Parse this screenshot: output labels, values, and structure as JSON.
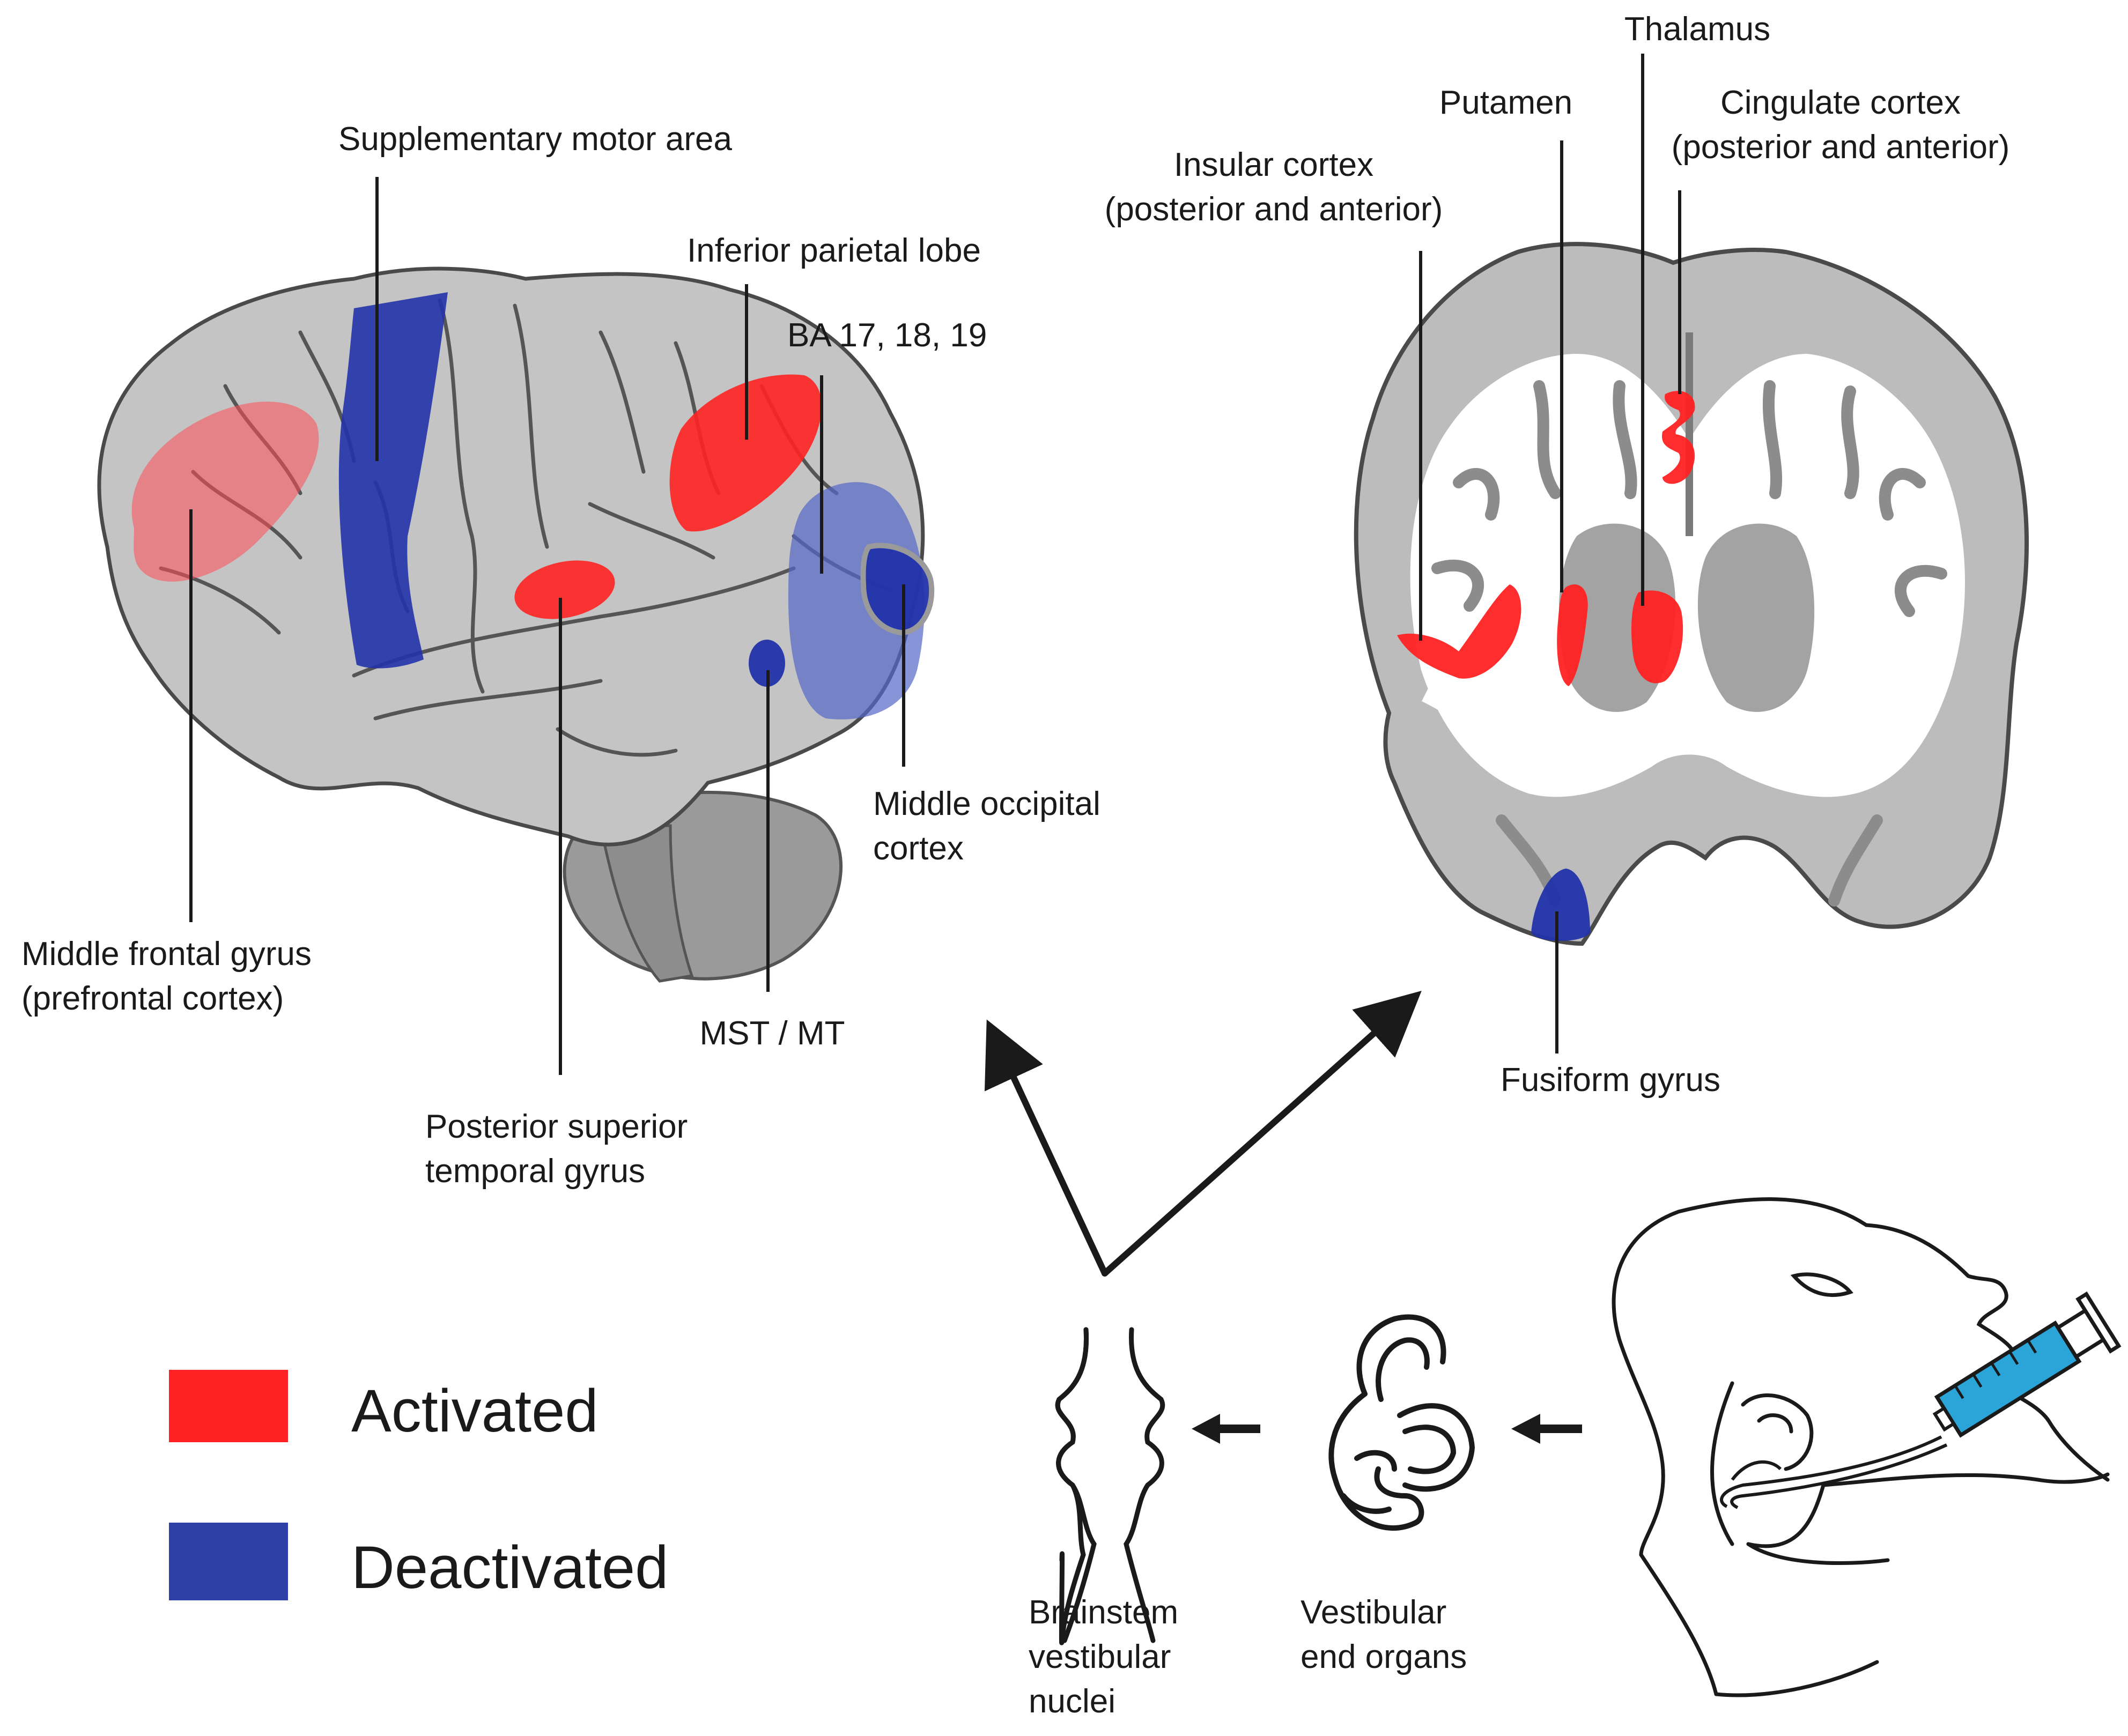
{
  "colors": {
    "activated": "#ff2222",
    "deactivated": "#2e3fa8",
    "cortex_gray": "#b9b9b9",
    "line": "#1a1a1a"
  },
  "lateral_view": {
    "sma": "Supplementary motor area",
    "ipl": "Inferior parietal lobe",
    "ba": "BA 17, 18, 19",
    "mog_1": "Middle occipital",
    "mog_2": "cortex",
    "mfg_1": "Middle frontal gyrus",
    "mfg_2": "(prefrontal cortex)",
    "mst": "MST / MT",
    "pstg_1": "Posterior superior",
    "pstg_2": "temporal gyrus"
  },
  "coronal_view": {
    "thalamus": "Thalamus",
    "putamen": "Putamen",
    "cingulate_1": "Cingulate cortex",
    "cingulate_2": "(posterior and anterior)",
    "insular_1": "Insular cortex",
    "insular_2": "(posterior and anterior)",
    "fusiform": "Fusiform gyrus"
  },
  "pathway": {
    "brainstem_1": "Brainstem",
    "brainstem_2": "vestibular",
    "brainstem_3": "nuclei",
    "vestibular_1": "Vestibular",
    "vestibular_2": "end organs"
  },
  "legend": {
    "activated": "Activated",
    "deactivated": "Deactivated"
  },
  "icons": [
    "lateral-brain-icon",
    "coronal-brain-section-icon",
    "brainstem-icon",
    "inner-ear-icon",
    "patient-head-icon",
    "syringe-icon"
  ]
}
